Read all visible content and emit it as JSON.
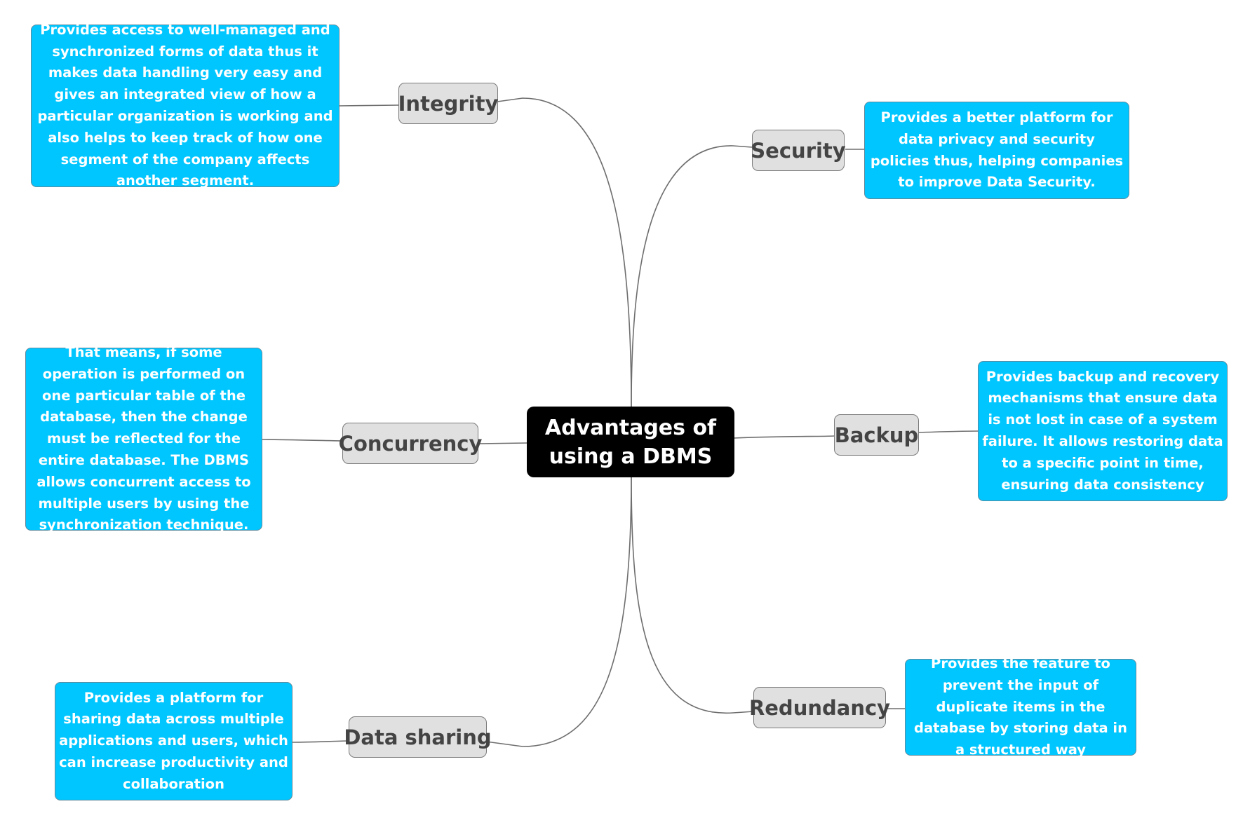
{
  "central": {
    "line1": "Advantages of",
    "line2": "using a DBMS"
  },
  "topics": {
    "integrity": "Integrity",
    "security": "Security",
    "concurrency": "Concurrency",
    "backup": "Backup",
    "data_sharing": "Data sharing",
    "redundancy": "Redundancy"
  },
  "descriptions": {
    "integrity": "Provides access to well-managed and synchronized forms of data thus it makes data handling very easy and gives an integrated view of how a particular organization is working and also helps to keep track of how one segment of the company affects another segment.",
    "security": "Provides a better platform for data privacy and security policies thus, helping companies to improve Data Security.",
    "concurrency": "That means, if some operation is performed on one particular table of the database, then the change must be reflected for the entire database. The DBMS allows concurrent access to multiple users by using the synchronization technique.",
    "backup": "Provides backup and recovery mechanisms that ensure data is not lost in case of a system failure. It allows restoring data to a specific point in time, ensuring data consistency",
    "data_sharing": "Provides a platform for sharing data across multiple applications and users, which can increase productivity and collaboration",
    "redundancy": "Provides the feature to prevent the input of duplicate items in the database by storing data in a structured way"
  },
  "colors": {
    "central_bg": "#000000",
    "topic_bg": "#e0e0e0",
    "description_bg": "#00c6ff",
    "connector": "#6e6e6e"
  }
}
